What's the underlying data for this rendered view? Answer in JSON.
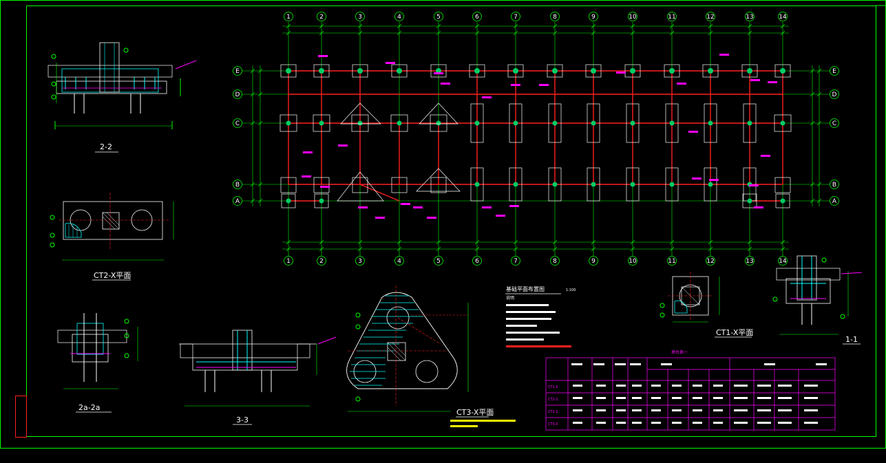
{
  "drawing": {
    "grid_columns": [
      "1",
      "2",
      "3",
      "4",
      "5",
      "6",
      "7",
      "8",
      "9",
      "10",
      "11",
      "12",
      "13",
      "14"
    ],
    "grid_rows": [
      "E",
      "D",
      "C",
      "B",
      "A"
    ],
    "section_labels": {
      "s22": "2-2",
      "ct2x": "CT2-X平面",
      "s2a": "2a-2a",
      "s33": "3-3",
      "ct3x": "CT3-X平面",
      "ct1x": "CT1-X平面",
      "s11": "1-1"
    },
    "plan_title": "基础平面布置图",
    "plan_scale": "1:100",
    "notes_heading": "说明",
    "table_title": "承台表一",
    "table_rows": [
      "CT1-X",
      "CT2-1",
      "CT2-2",
      "CT3-X"
    ]
  },
  "colors": {
    "bg": "#000000",
    "grid": "#00ff00",
    "wall": "#ff2020",
    "structure": "#ffffff",
    "detail": "#00ffff",
    "annotation": "#ff00ff",
    "note_red": "#ff2020",
    "yellow": "#ffff00",
    "frame": "#00ff00"
  }
}
